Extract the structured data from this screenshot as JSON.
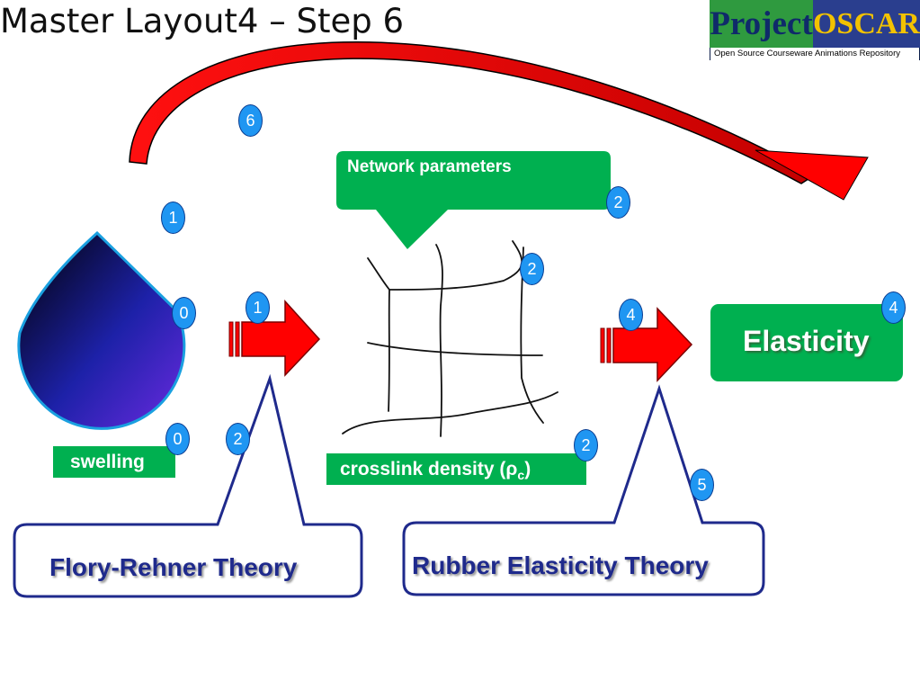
{
  "slide": {
    "title": "Master Layout4 – Step 6"
  },
  "logo": {
    "word1": "Project",
    "word2": "OSCAR",
    "tagline": "Open Source Courseware Animations Repository"
  },
  "labels": {
    "network_parameters": "Network parameters",
    "swelling": "swelling",
    "crosslink_density": "crosslink density (ρ",
    "crosslink_density_sub": "c",
    "crosslink_density_close": ")",
    "elasticity": "Elasticity",
    "flory_rehner": "Flory-Rehner Theory",
    "rubber_elasticity": "Rubber Elasticity Theory"
  },
  "badges": {
    "six": "6",
    "one_drop": "1",
    "zero_drop": "0",
    "one_arrow": "1",
    "zero_swelling": "0",
    "two_flory": "2",
    "two_network_params": "2",
    "two_network": "2",
    "two_crosslink": "2",
    "four_arrow": "4",
    "four_elasticity": "4",
    "five_rubber": "5"
  },
  "colors": {
    "green": "#00b050",
    "arrow_red": "#ff0000",
    "badge_blue": "#1f96f2",
    "theory_navy": "#1f2a8c"
  }
}
